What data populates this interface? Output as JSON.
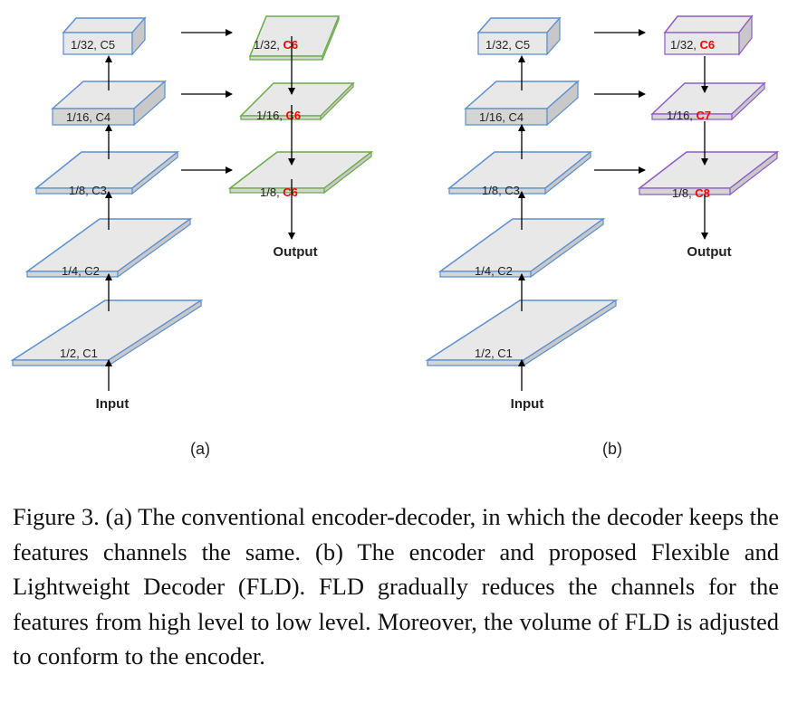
{
  "panels": [
    {
      "label": "(a)",
      "input_label": "Input",
      "output_label": "Output",
      "encoder": [
        "1/2, C1",
        "1/4, C2",
        "1/8, C3",
        "1/16, C4",
        "1/32, C5"
      ],
      "decoder": [
        {
          "prefix": "1/32, ",
          "channel": "C6"
        },
        {
          "prefix": "1/16, ",
          "channel": "C6"
        },
        {
          "prefix": "1/8, ",
          "channel": "C6"
        }
      ]
    },
    {
      "label": "(b)",
      "input_label": "Input",
      "output_label": "Output",
      "encoder": [
        "1/2, C1",
        "1/4, C2",
        "1/8, C3",
        "1/16, C4",
        "1/32, C5"
      ],
      "decoder": [
        {
          "prefix": "1/32, ",
          "channel": "C6"
        },
        {
          "prefix": "1/16, ",
          "channel": "C7"
        },
        {
          "prefix": "1/8, ",
          "channel": "C8"
        }
      ]
    }
  ],
  "colors": {
    "encoder_stroke": "#5b8fd0",
    "decoder_a_stroke": "#6aab4a",
    "decoder_b_stroke": "#8e5cc4",
    "face_fill": "#e8e8e8",
    "highlight": "#ff0000"
  },
  "caption": "Figure 3. (a) The conventional encoder-decoder, in which the decoder keeps the features channels the same. (b) The encoder and proposed Flexible and Lightweight Decoder (FLD). FLD gradually reduces the channels for the features from high level to low level. Moreover, the volume of FLD is adjusted to conform to the encoder."
}
